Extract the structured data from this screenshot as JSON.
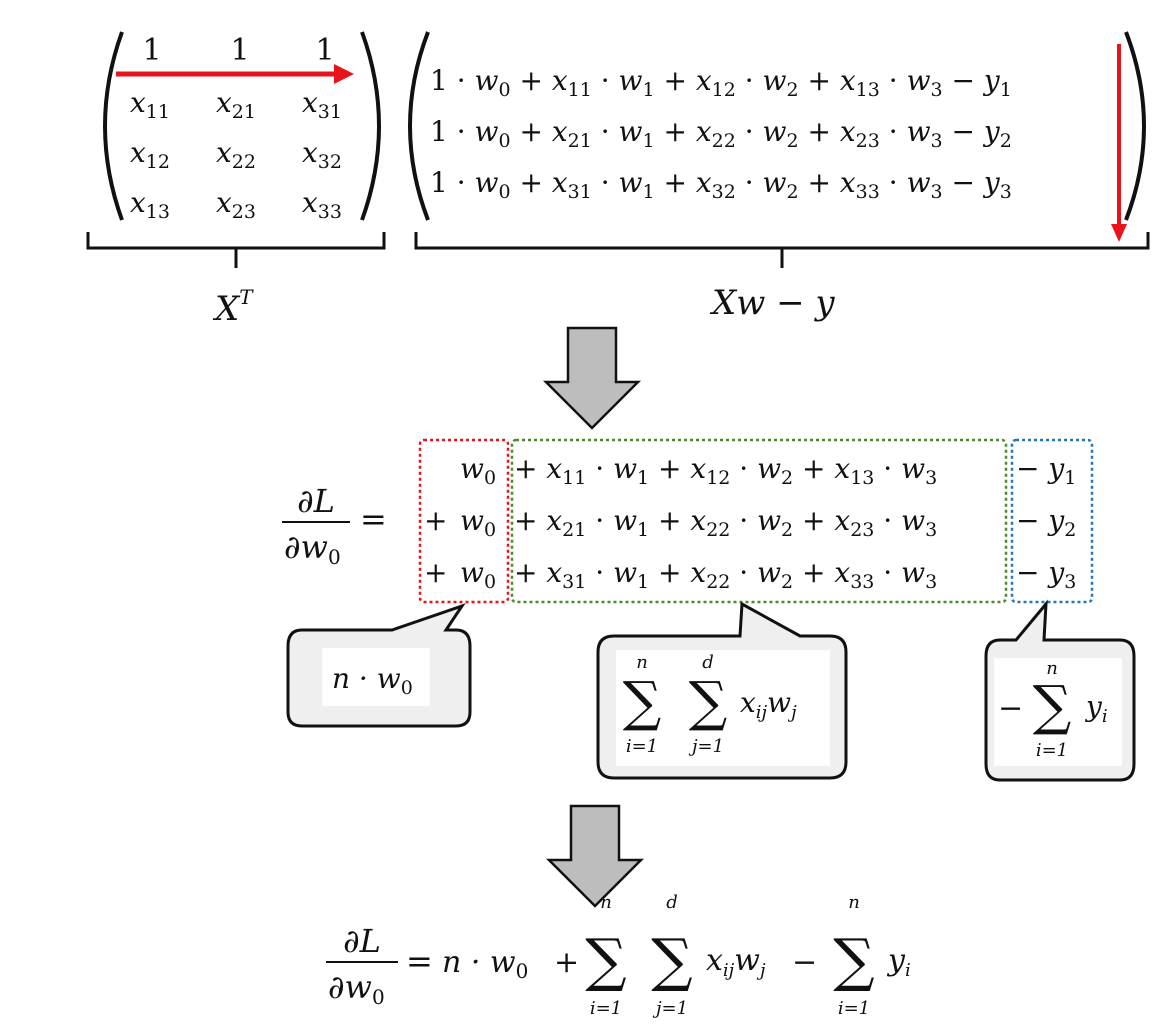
{
  "xt": {
    "rows": [
      [
        {
          "t": "1",
          "s": ""
        },
        {
          "t": "1",
          "s": ""
        },
        {
          "t": "1",
          "s": ""
        }
      ],
      [
        {
          "t": "x",
          "s": "11"
        },
        {
          "t": "x",
          "s": "21"
        },
        {
          "t": "x",
          "s": "31"
        }
      ],
      [
        {
          "t": "x",
          "s": "12"
        },
        {
          "t": "x",
          "s": "22"
        },
        {
          "t": "x",
          "s": "32"
        }
      ],
      [
        {
          "t": "x",
          "s": "13"
        },
        {
          "t": "x",
          "s": "23"
        },
        {
          "t": "x",
          "s": "33"
        }
      ]
    ],
    "label": "X",
    "label_sup": "T"
  },
  "xw": {
    "row1": {
      "a": "11",
      "b": "12",
      "c": "13",
      "y": "1"
    },
    "row2": {
      "a": "21",
      "b": "22",
      "c": "23",
      "y": "2"
    },
    "row3": {
      "a": "31",
      "b": "32",
      "c": "33",
      "y": "3"
    },
    "label": "Xw − y"
  },
  "deriv": {
    "num": "∂L",
    "den_var": "∂w",
    "den_sub": "0",
    "eq": "=",
    "rows": [
      {
        "p0": "",
        "a": "11",
        "b": "12",
        "c": "13",
        "y": "1"
      },
      {
        "p0": "+",
        "a": "21",
        "b": "22",
        "c": "23",
        "y": "2"
      },
      {
        "p0": "+",
        "a": "31",
        "b": "22",
        "c": "33",
        "y": "3"
      }
    ]
  },
  "callouts": {
    "left": "n · w",
    "left_sub": "0",
    "sum_top": "n",
    "sum_bottom": "i=1",
    "sum2_top": "d",
    "sum2_bottom": "j=1",
    "sum_term": "x",
    "sum_term_sub": "ij",
    "sum_term2": "w",
    "sum_term2_sub": "j",
    "right_sign": "−",
    "right_term": "y",
    "right_sub": "i"
  },
  "final": {
    "lhs_num": "∂L",
    "lhs_den": "∂w",
    "lhs_den_sub": "0",
    "eq": "=",
    "part1": "n · w",
    "part1_sub": "0",
    "plus": "+",
    "minus": "−"
  },
  "colors": {
    "red": "#e8141c",
    "green": "#4c8a2c",
    "blue": "#2477b5",
    "arrow_fill": "#bdbdbd",
    "callout_fill": "#efefef"
  }
}
